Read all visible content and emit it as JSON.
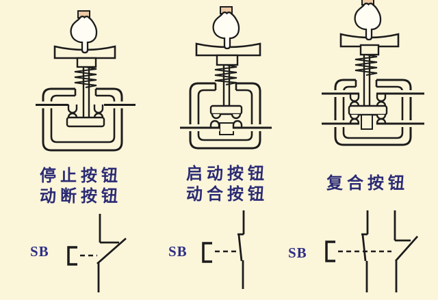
{
  "page": {
    "background_color": "#fbf5da",
    "footer_strip_color": "#ffffff"
  },
  "colors": {
    "line": "#1c1c1c",
    "label_text": "#2a2a74",
    "sb_text": "#2e2e85",
    "hand_fill": "#fffdf4",
    "cuff_fill": "#eac9a4"
  },
  "columns": [
    {
      "labels": [
        "停止按钮",
        "动断按钮"
      ],
      "sb": "SB",
      "mechanism": "stop-button-mechanism",
      "symbol": "normally-closed-contact-symbol"
    },
    {
      "labels": [
        "启动按钮",
        "动合按钮"
      ],
      "sb": "SB",
      "mechanism": "start-button-mechanism",
      "symbol": "normally-open-contact-symbol"
    },
    {
      "labels": [
        "复合按钮"
      ],
      "sb": "SB",
      "mechanism": "compound-button-mechanism",
      "symbol": "compound-contact-symbol"
    }
  ]
}
